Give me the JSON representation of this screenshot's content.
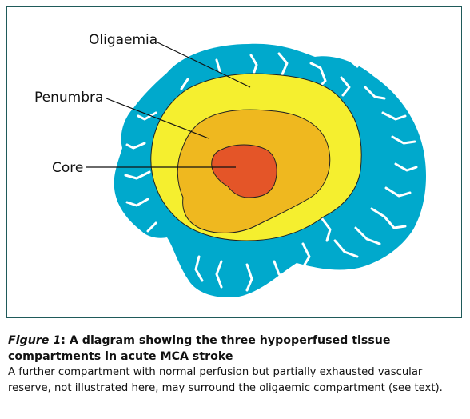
{
  "diagram": {
    "labels": {
      "oligaemia": "Oligaemia",
      "penumbra": "Penumbra",
      "core": "Core"
    },
    "colors": {
      "brain": "#00a9cc",
      "sulci": "#ffffff",
      "oligaemia": "#f5ef2f",
      "penumbra": "#efb81f",
      "core": "#e45528",
      "outline": "#222222",
      "frame": "#1f5a5a"
    }
  },
  "caption": {
    "figure_ref": "Figure 1",
    "title": ": A diagram showing the three hypoperfused tissue compartments in acute MCA stroke",
    "body": "A further compartment with normal perfusion but partially exhausted vascular reserve, not illustrated here, may surround the oligaemic compartment (see text)."
  }
}
